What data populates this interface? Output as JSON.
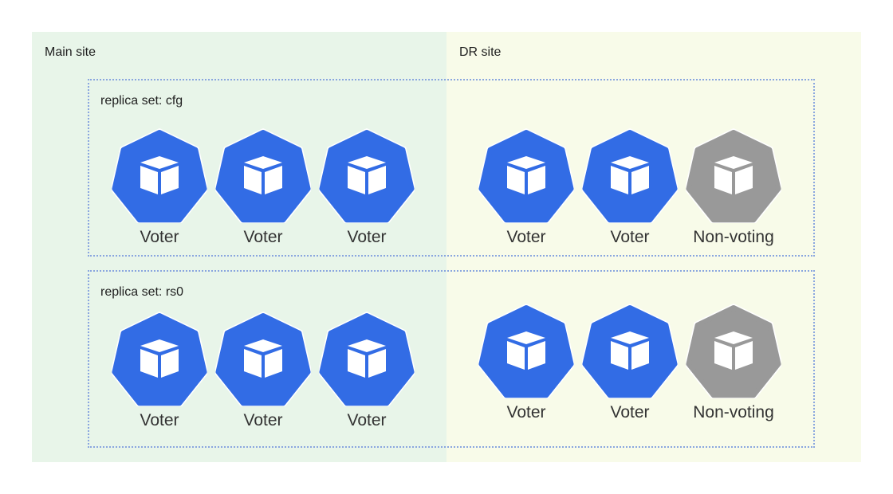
{
  "colors": {
    "voter": "#326ce5",
    "non_voter": "#999999"
  },
  "sites": {
    "main": "Main site",
    "dr": "DR site"
  },
  "replica_sets": [
    {
      "label": "replica set: cfg",
      "nodes": [
        {
          "label": "Voter",
          "role": "voter"
        },
        {
          "label": "Voter",
          "role": "voter"
        },
        {
          "label": "Voter",
          "role": "voter"
        },
        {
          "label": "Voter",
          "role": "voter"
        },
        {
          "label": "Voter",
          "role": "voter"
        },
        {
          "label": "Non-voting",
          "role": "non-voter"
        }
      ]
    },
    {
      "label": "replica set: rs0",
      "nodes": [
        {
          "label": "Voter",
          "role": "voter"
        },
        {
          "label": "Voter",
          "role": "voter"
        },
        {
          "label": "Voter",
          "role": "voter"
        },
        {
          "label": "Voter",
          "role": "voter"
        },
        {
          "label": "Voter",
          "role": "voter"
        },
        {
          "label": "Non-voting",
          "role": "non-voter"
        }
      ]
    }
  ]
}
